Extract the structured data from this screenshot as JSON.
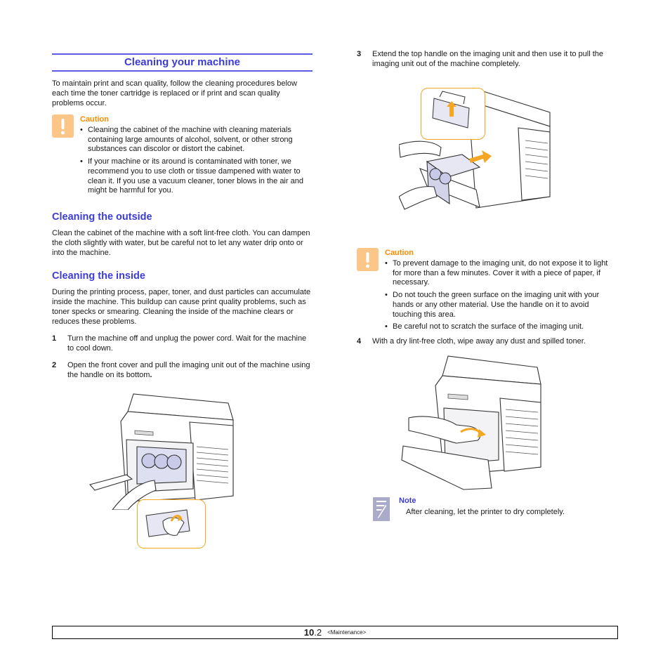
{
  "left": {
    "section_title": "Cleaning your machine",
    "intro": "To maintain print and scan quality, follow the cleaning procedures below each time the toner cartridge is replaced or if print and scan quality problems occur.",
    "caution": {
      "title": "Caution",
      "items": [
        "Cleaning the cabinet of the machine with cleaning materials containing large amounts of alcohol, solvent, or other strong substances can discolor or distort the cabinet.",
        "If your machine or its around is contaminated with toner, we recommend you to use cloth or tissue dampened with water to clean it. If you use a vacuum cleaner, toner blows in the air and might be harmful for you."
      ]
    },
    "outside": {
      "title": "Cleaning the outside",
      "text": "Clean the cabinet of the machine with a soft lint-free cloth. You can dampen the cloth slightly with water, but be careful not to let any water drip onto or into the machine."
    },
    "inside": {
      "title": "Cleaning the inside",
      "text": "During the printing process, paper, toner, and dust particles can accumulate inside the machine. This buildup can cause print quality problems, such as toner specks or smearing. Cleaning the inside of the machine clears or reduces these problems.",
      "steps": [
        {
          "num": "1",
          "text": "Turn the machine off and unplug the power cord. Wait for the machine to cool down."
        },
        {
          "num": "2",
          "text": "Open the front cover and pull the imaging unit out of the machine using the handle on its bottom",
          "tail": "."
        }
      ]
    }
  },
  "right": {
    "step3": {
      "num": "3",
      "text": "Extend the top handle on the imaging unit and then use it to pull the imaging unit out of the machine completely."
    },
    "caution": {
      "title": "Caution",
      "items": [
        "To prevent damage to the imaging unit, do not expose it to light for more than a few minutes. Cover it with a piece of paper, if necessary.",
        "Do not touch the green surface on the imaging unit with your hands or any other material. Use the handle on it to avoid touching this area.",
        "Be careful not to scratch the surface of the imaging unit."
      ]
    },
    "step4": {
      "num": "4",
      "text": "With a dry lint-free cloth, wipe away any dust and spilled toner."
    },
    "note": {
      "title": "Note",
      "text": "After cleaning, let the printer to dry completely."
    }
  },
  "footer": {
    "page": "10",
    "sub": ".2",
    "section": "<Maintenance>"
  },
  "colors": {
    "heading": "#3b3bd8",
    "rule": "#5b5be6",
    "caution": "#ff8a00",
    "caution_icon": "#fbc688",
    "callout_frame": "#f5a623",
    "note_icon": "#a9abc9"
  },
  "icons": [
    "caution-icon",
    "note-icon",
    "arrow-icon"
  ]
}
